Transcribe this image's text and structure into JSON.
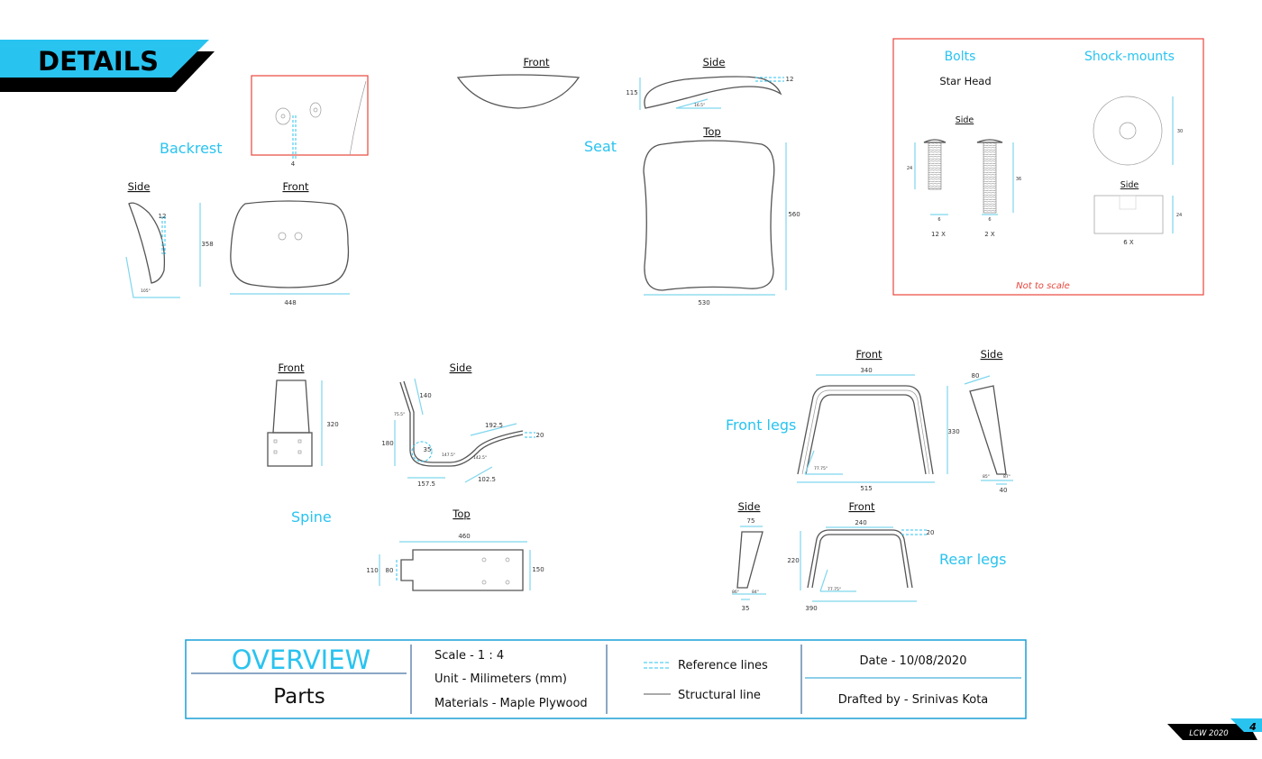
{
  "header": {
    "title": "DETAILS"
  },
  "backrest": {
    "label": "Backrest",
    "side_title": "Side",
    "front_title": "Front",
    "detail_dim": "4",
    "thickness": "12",
    "height": "358",
    "width": "448",
    "angle": "105°"
  },
  "seat": {
    "label": "Seat",
    "front_title": "Front",
    "side_title": "Side",
    "top_title": "Top",
    "side_height": "115",
    "thickness": "12",
    "side_angle": "16.5°",
    "top_height": "560",
    "top_width": "530"
  },
  "hardware": {
    "bolts_title": "Bolts",
    "shock_title": "Shock-mounts",
    "bolt_type": "Star Head",
    "bolts_side_title": "Side",
    "bolt1_length": "24",
    "bolt2_length": "36",
    "bolt1_dia": "6",
    "bolt2_dia": "6",
    "bolt1_qty": "12 X",
    "bolt2_qty": "2 X",
    "shock_dia": "30",
    "shock_side_title": "Side",
    "shock_height": "24",
    "shock_qty": "6 X",
    "note": "Not to scale",
    "border_color": "#e8463c"
  },
  "spine": {
    "label": "Spine",
    "front_title": "Front",
    "front_height": "320",
    "side_title": "Side",
    "top_title": "Top",
    "d140": "140",
    "d180": "180",
    "d35": "35",
    "d192": "192.5",
    "d20": "20",
    "d157": "157.5",
    "d102": "102.5",
    "a1": "75.5°",
    "a2": "147.5°",
    "a3": "142.5°",
    "top_length": "460",
    "top_w1": "110",
    "top_w2": "80",
    "top_w3": "150"
  },
  "front_legs": {
    "label": "Front legs",
    "front_title": "Front",
    "side_title": "Side",
    "top_width": "340",
    "height": "330",
    "base_width": "515",
    "angle": "77.75°",
    "side_top": "80",
    "side_base": "40",
    "side_a1": "85°",
    "side_a2": "87°"
  },
  "rear_legs": {
    "label": "Rear legs",
    "side_title": "Side",
    "front_title": "Front",
    "side_top": "75",
    "side_base": "35",
    "side_a1": "86°",
    "side_a2": "84°",
    "top_width": "240",
    "thickness": "20",
    "height": "220",
    "base_width": "390",
    "angle": "77.75°"
  },
  "title_block": {
    "title": "OVERVIEW",
    "subtitle": "Parts",
    "scale": "Scale - 1 : 4",
    "unit": "Unit - Milimeters (mm)",
    "materials": "Materials - Maple Plywood",
    "legend_reference": "Reference lines",
    "legend_structural": "Structural line",
    "date": "Date - 10/08/2020",
    "drafted_by": "Drafted by - Srinivas Kota",
    "border_color": "#1a9fd6"
  },
  "footer": {
    "project": "LCW 2020",
    "page": "4"
  },
  "colors": {
    "accent": "#29c3f0",
    "black": "#000000"
  }
}
